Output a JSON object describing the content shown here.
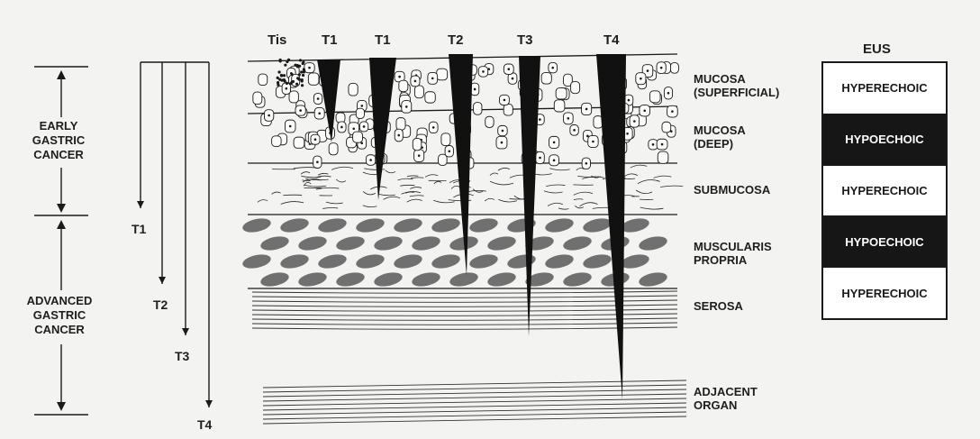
{
  "cancer_groups": {
    "early": "EARLY\nGASTRIC\nCANCER",
    "advanced": "ADVANCED\nGASTRIC\nCANCER"
  },
  "depth_arrows": [
    "T1",
    "T2",
    "T3",
    "T4"
  ],
  "tumor_labels": [
    "Tis",
    "T1",
    "T1",
    "T2",
    "T3",
    "T4"
  ],
  "layers": [
    "MUCOSA\n(SUPERFICIAL)",
    "MUCOSA\n(DEEP)",
    "SUBMUCOSA",
    "MUSCULARIS\nPROPRIA",
    "SEROSA",
    "ADJACENT\nORGAN"
  ],
  "eus": {
    "title": "EUS",
    "rows": [
      {
        "label": "HYPERECHOIC",
        "tone": "light"
      },
      {
        "label": "HYPOECHOIC",
        "tone": "dark"
      },
      {
        "label": "HYPERECHOIC",
        "tone": "light"
      },
      {
        "label": "HYPOECHOIC",
        "tone": "dark"
      },
      {
        "label": "HYPERECHOIC",
        "tone": "light"
      }
    ]
  },
  "colors": {
    "ink": "#1a1a1a",
    "muscle_cells": "#707070",
    "background": "#f3f3f1"
  }
}
